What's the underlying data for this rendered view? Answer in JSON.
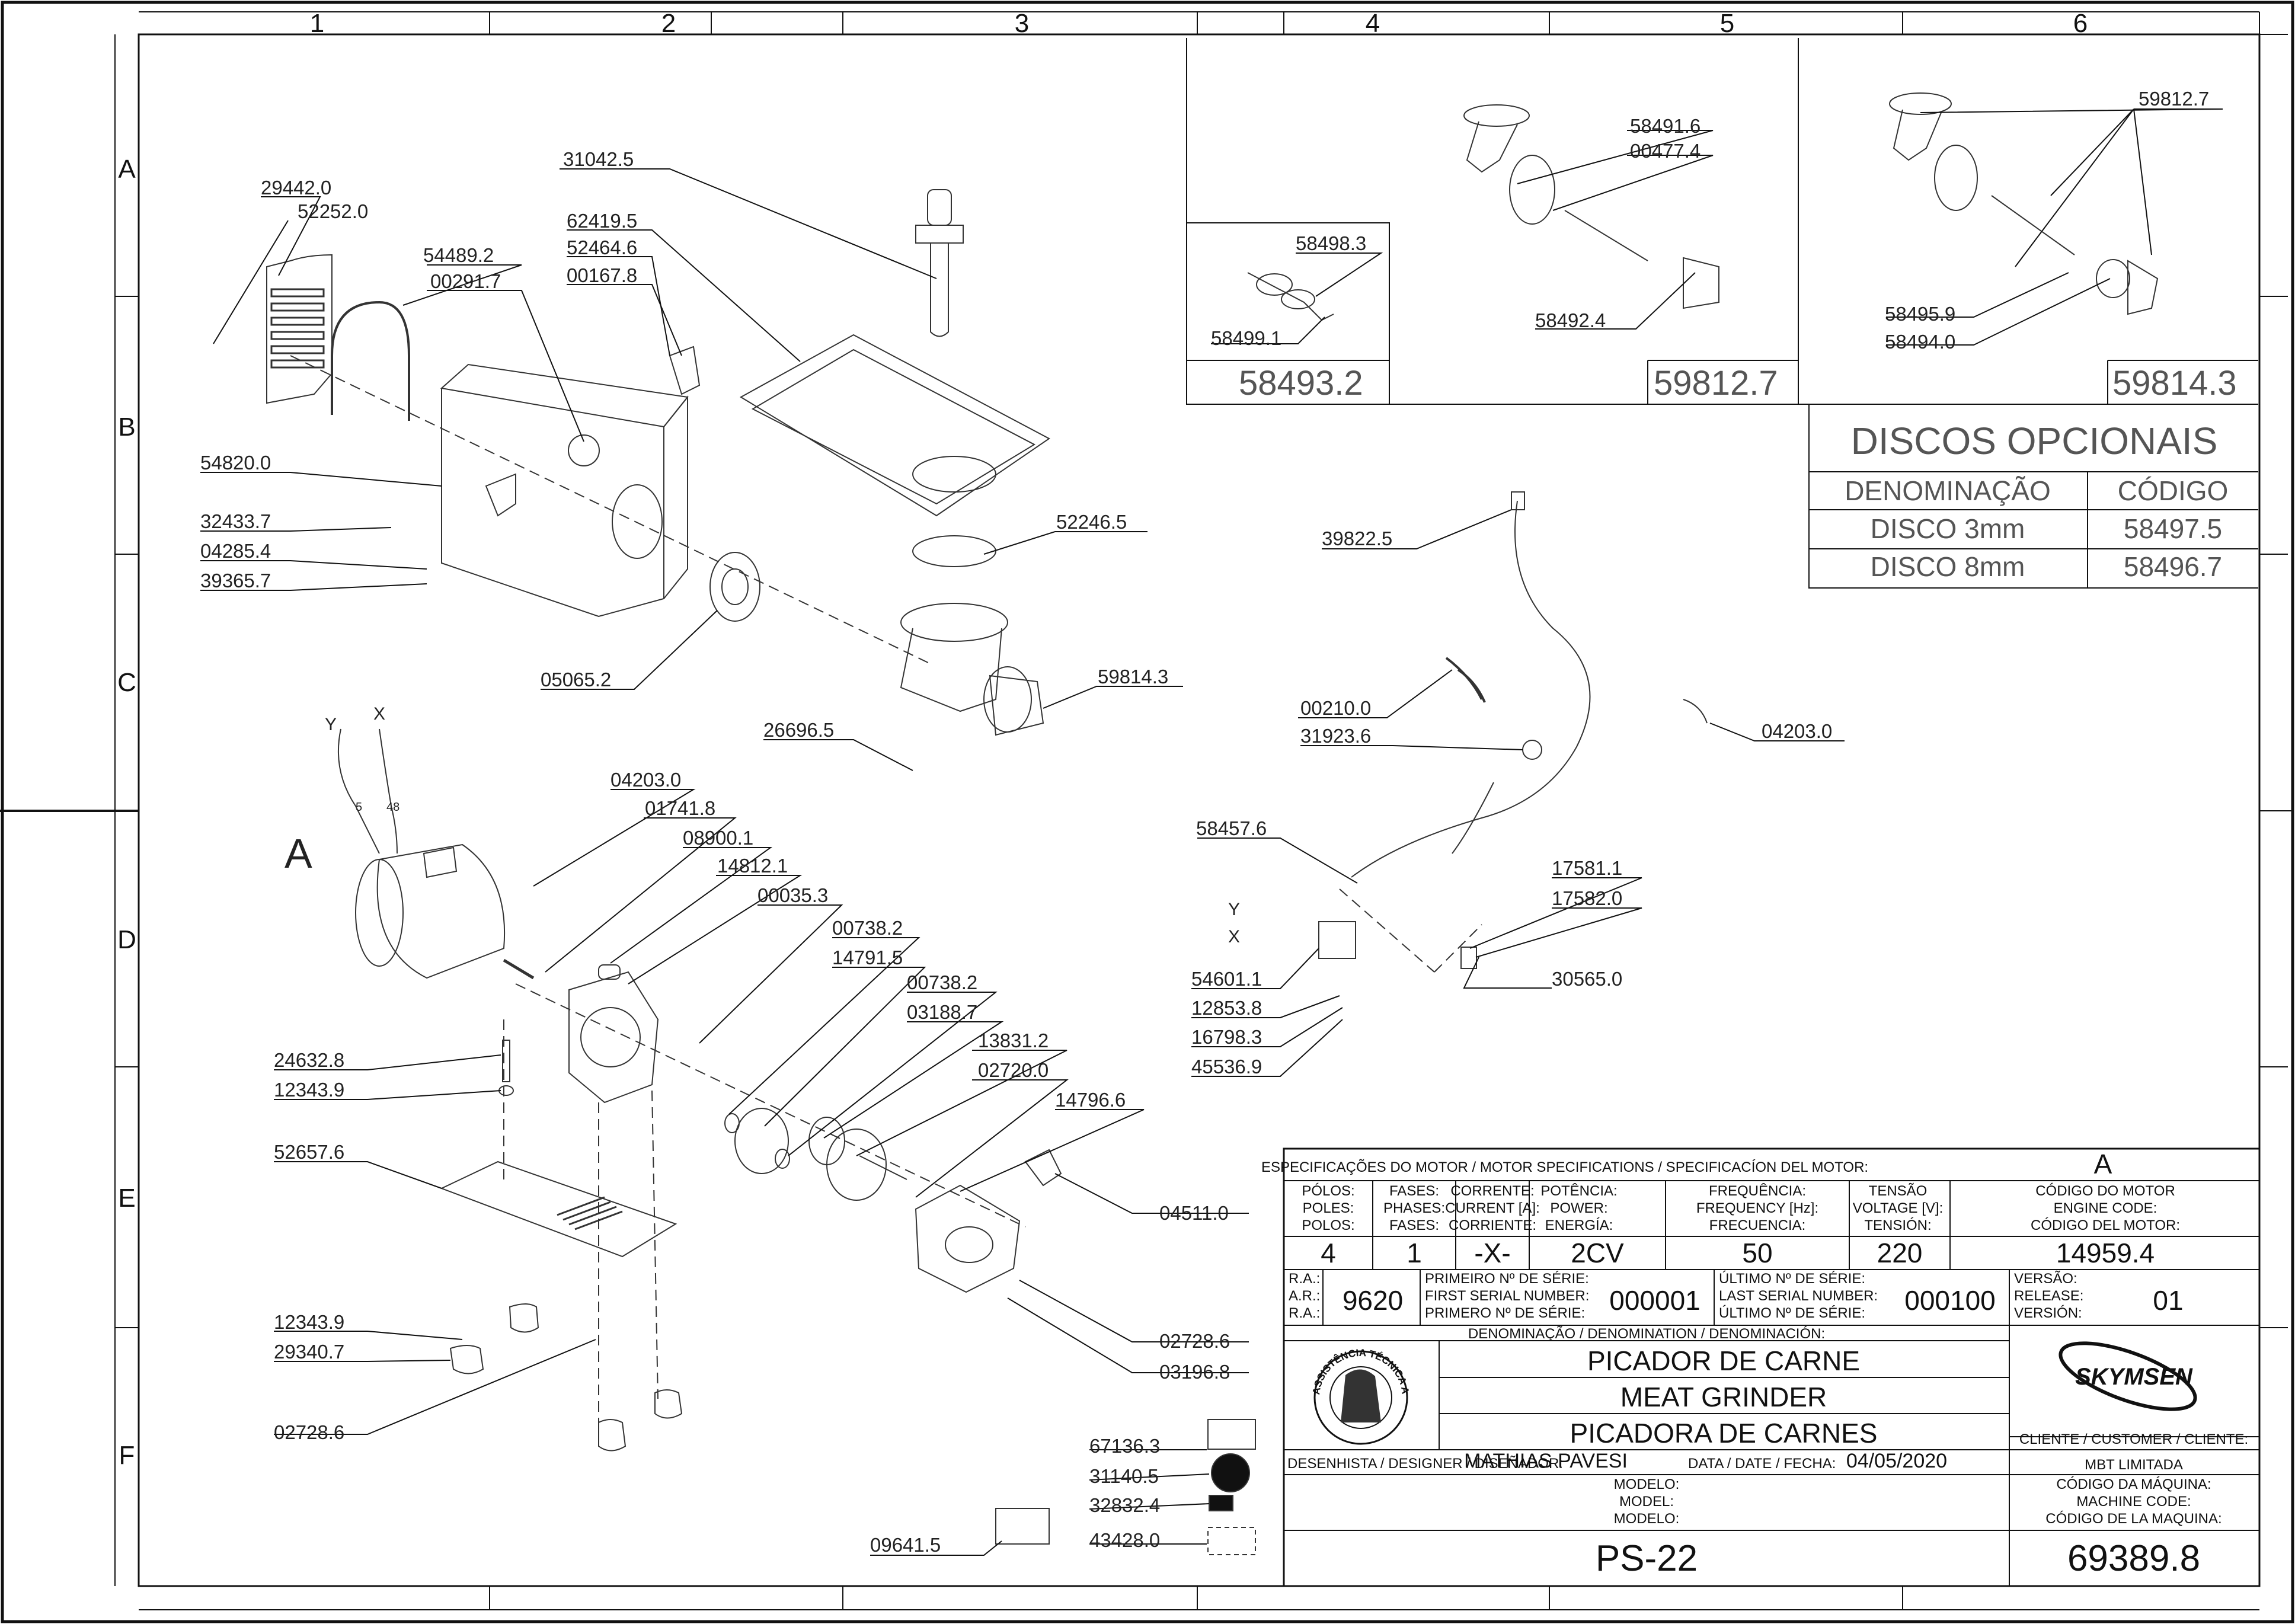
{
  "grid": {
    "columns": [
      "1",
      "2",
      "3",
      "4",
      "5",
      "6"
    ],
    "rows": [
      "A",
      "B",
      "C",
      "D",
      "E",
      "F"
    ]
  },
  "callouts": [
    {
      "id": "29442.0",
      "label": "29442.0"
    },
    {
      "id": "52252.0",
      "label": "52252.0"
    },
    {
      "id": "54489.2",
      "label": "54489.2"
    },
    {
      "id": "00291.7",
      "label": "00291.7"
    },
    {
      "id": "31042.5",
      "label": "31042.5"
    },
    {
      "id": "62419.5",
      "label": "62419.5"
    },
    {
      "id": "52464.6",
      "label": "52464.6"
    },
    {
      "id": "00167.8",
      "label": "00167.8"
    },
    {
      "id": "54820.0",
      "label": "54820.0"
    },
    {
      "id": "32433.7",
      "label": "32433.7"
    },
    {
      "id": "04285.4",
      "label": "04285.4"
    },
    {
      "id": "39365.7",
      "label": "39365.7"
    },
    {
      "id": "05065.2",
      "label": "05065.2"
    },
    {
      "id": "52246.5",
      "label": "52246.5"
    },
    {
      "id": "59814.3",
      "label": "59814.3"
    },
    {
      "id": "26696.5",
      "label": "26696.5"
    },
    {
      "id": "04203.0a",
      "label": "04203.0"
    },
    {
      "id": "01741.8",
      "label": "01741.8"
    },
    {
      "id": "08900.1",
      "label": "08900.1"
    },
    {
      "id": "14812.1",
      "label": "14812.1"
    },
    {
      "id": "00035.3",
      "label": "00035.3"
    },
    {
      "id": "00738.2a",
      "label": "00738.2"
    },
    {
      "id": "14791.5",
      "label": "14791.5"
    },
    {
      "id": "00738.2b",
      "label": "00738.2"
    },
    {
      "id": "03188.7",
      "label": "03188.7"
    },
    {
      "id": "13831.2",
      "label": "13831.2"
    },
    {
      "id": "02720.0",
      "label": "02720.0"
    },
    {
      "id": "14796.6",
      "label": "14796.6"
    },
    {
      "id": "24632.8",
      "label": "24632.8"
    },
    {
      "id": "12343.9a",
      "label": "12343.9"
    },
    {
      "id": "52657.6",
      "label": "52657.6"
    },
    {
      "id": "04511.0",
      "label": "04511.0"
    },
    {
      "id": "12343.9b",
      "label": "12343.9"
    },
    {
      "id": "29340.7",
      "label": "29340.7"
    },
    {
      "id": "02728.6a",
      "label": "02728.6"
    },
    {
      "id": "03196.8",
      "label": "03196.8"
    },
    {
      "id": "02728.6b",
      "label": "02728.6"
    },
    {
      "id": "67136.3",
      "label": "67136.3"
    },
    {
      "id": "31140.5",
      "label": "31140.5"
    },
    {
      "id": "32832.4",
      "label": "32832.4"
    },
    {
      "id": "43428.0",
      "label": "43428.0"
    },
    {
      "id": "09641.5",
      "label": "09641.5"
    },
    {
      "id": "39822.5",
      "label": "39822.5"
    },
    {
      "id": "00210.0",
      "label": "00210.0"
    },
    {
      "id": "31923.6",
      "label": "31923.6"
    },
    {
      "id": "04203.0b",
      "label": "04203.0"
    },
    {
      "id": "58457.6",
      "label": "58457.6"
    },
    {
      "id": "17581.1",
      "label": "17581.1"
    },
    {
      "id": "17582.0",
      "label": "17582.0"
    },
    {
      "id": "54601.1",
      "label": "54601.1"
    },
    {
      "id": "12853.8",
      "label": "12853.8"
    },
    {
      "id": "16798.3",
      "label": "16798.3"
    },
    {
      "id": "45536.9",
      "label": "45536.9"
    },
    {
      "id": "30565.0",
      "label": "30565.0"
    },
    {
      "id": "58498.3",
      "label": "58498.3"
    },
    {
      "id": "58499.1",
      "label": "58499.1"
    },
    {
      "id": "58491.6",
      "label": "58491.6"
    },
    {
      "id": "00477.4",
      "label": "00477.4"
    },
    {
      "id": "58492.4",
      "label": "58492.4"
    },
    {
      "id": "59812.7c",
      "label": "59812.7"
    },
    {
      "id": "58495.9",
      "label": "58495.9"
    },
    {
      "id": "58494.0",
      "label": "58494.0"
    }
  ],
  "wire_labels": {
    "y1": "Y",
    "x1": "X",
    "n5": "5",
    "n48": "48",
    "y2": "Y",
    "x2": "X"
  },
  "motor_marker": "A",
  "kits": {
    "kit1": "58493.2",
    "kit2": "59812.7",
    "kit3": "59814.3"
  },
  "discs": {
    "title": "DISCOS OPCIONAIS",
    "col_name": "DENOMINAÇÃO",
    "col_code": "CÓDIGO",
    "rows": [
      {
        "name": "DISCO 3mm",
        "code": "58497.5"
      },
      {
        "name": "DISCO 8mm",
        "code": "58496.7"
      }
    ]
  },
  "motor_spec": {
    "header": "ESPECIFICAÇÕES DO MOTOR / MOTOR SPECIFICATIONS / SPECIFICACÍON DEL MOTOR:",
    "motor_letter": "A",
    "poles_label": [
      "PÓLOS:",
      "POLES:",
      "POLOS:"
    ],
    "phases_label": [
      "FASES:",
      "PHASES:",
      "FASES:"
    ],
    "current_label": [
      "CORRENTE:",
      "CURRENT [A]:",
      "CORRIENTE:"
    ],
    "power_label": [
      "POTÊNCIA:",
      "POWER:",
      "ENERGÍA:"
    ],
    "freq_label": [
      "FREQUÊNCIA:",
      "FREQUENCY [Hz]:",
      "FRECUENCIA:"
    ],
    "voltage_label": [
      "TENSÃO",
      "VOLTAGE [V]:",
      "TENSIÓN:"
    ],
    "code_label": [
      "CÓDIGO DO MOTOR",
      "ENGINE CODE:",
      "CÓDIGO DEL MOTOR:"
    ],
    "poles": "4",
    "phases": "1",
    "current": "-X-",
    "power": "2CV",
    "frequency": "50",
    "voltage": "220",
    "code": "14959.4"
  },
  "title_block": {
    "ra_label": [
      "R.A.:",
      "A.R.:",
      "R.A.:"
    ],
    "ra": "9620",
    "first_serial_label": [
      "PRIMEIRO Nº DE SÉRIE:",
      "FIRST SERIAL NUMBER:",
      "PRIMERO Nº DE SÉRIE:"
    ],
    "first_serial": "000001",
    "last_serial_label": [
      "ÚLTIMO Nº DE SÉRIE:",
      "LAST SERIAL NUMBER:",
      "ÚLTIMO Nº DE SÉRIE:"
    ],
    "last_serial": "000100",
    "version_label": [
      "VERSÃO:",
      "RELEASE:",
      "VERSIÓN:"
    ],
    "version": "01",
    "denomination_label": "DENOMINAÇÃO / DENOMINATION / DENOMINACIÓN:",
    "name_pt": "PICADOR DE CARNE",
    "name_en": "MEAT GRINDER",
    "name_es": "PICADORA DE CARNES",
    "brand": "SKYMSEN",
    "seal_text": "ASSISTÊNCIA TÉCNICA AUTORIZADA",
    "client_label": "CLIENTE / CUSTOMER / CLIENTE:",
    "client": "MBT LIMITADA",
    "designer_label": "DESENHISTA / DESIGNER / DISEÑADOR:",
    "designer": "MATHIAS PAVESI",
    "date_label": "DATA / DATE / FECHA:",
    "date": "04/05/2020",
    "model_label": [
      "MODELO:",
      "MODEL:",
      "MODELO:"
    ],
    "model": "PS-22",
    "machine_code_label": [
      "CÓDIGO DA MÁQUINA:",
      "MACHINE CODE:",
      "CÓDIGO DE LA MAQUINA:"
    ],
    "machine_code": "69389.8"
  },
  "colors": {
    "line": "#111111",
    "paper": "#ffffff",
    "light_text": "#555555"
  }
}
